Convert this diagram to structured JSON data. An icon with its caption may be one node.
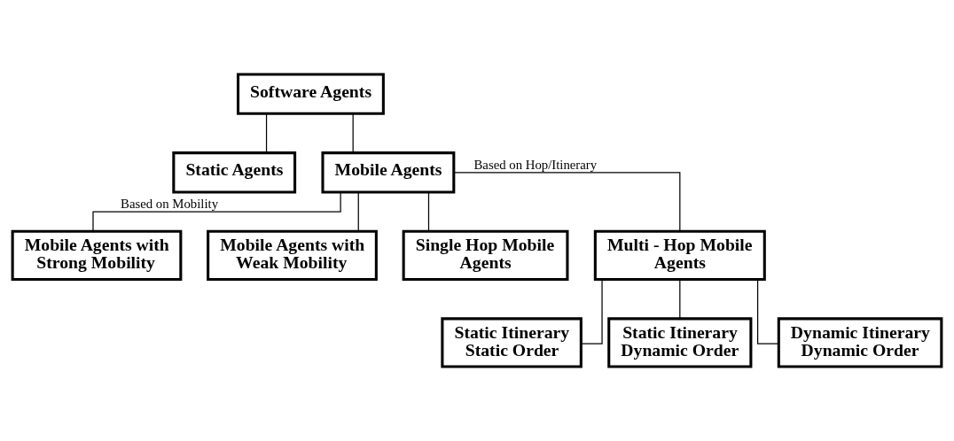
{
  "diagram": {
    "nodes": [
      {
        "text": [
          "Software Agents"
        ]
      },
      {
        "text": [
          "Static Agents"
        ]
      },
      {
        "text": [
          "Mobile Agents"
        ]
      },
      {
        "text": [
          "Mobile Agents with Strong Mobility"
        ]
      },
      {
        "text": [
          "Mobile Agents with Weak Mobility"
        ]
      },
      {
        "text": [
          "Single Hop Mobile Agents"
        ]
      },
      {
        "text": [
          "Multi - Hop Mobile Agents"
        ]
      },
      {
        "text": [
          "Static Itinerary Static Order"
        ]
      },
      {
        "text": [
          "Static Itinerary Dynamic Order"
        ]
      },
      {
        "text": [
          "Dynamic Itinerary Dynamic Order"
        ]
      }
    ],
    "edges": [
      {
        "from": 0,
        "to": 1,
        "arrow": "none"
      },
      {
        "from": 0,
        "to": 2,
        "arrow": "none"
      },
      {
        "from": 2,
        "to": 3,
        "arrow": "none",
        "label": "Based on Mobility"
      },
      {
        "from": 2,
        "to": 4,
        "arrow": "none"
      },
      {
        "from": 2,
        "to": 5,
        "arrow": "none"
      },
      {
        "from": 2,
        "to": 6,
        "arrow": "none",
        "label": "Based on Hop/Itinerary"
      },
      {
        "from": 6,
        "to": 7,
        "arrow": "none"
      },
      {
        "from": 6,
        "to": 8,
        "arrow": "none"
      },
      {
        "from": 6,
        "to": 9,
        "arrow": "none"
      }
    ]
  }
}
